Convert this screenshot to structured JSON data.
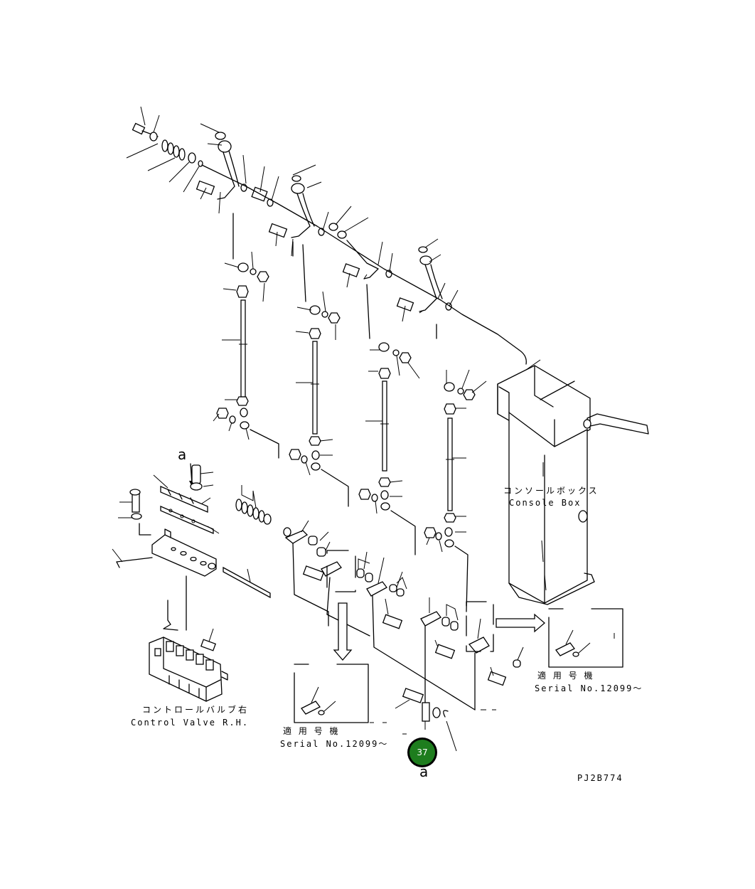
{
  "labels": {
    "console_box_jp": "コンソールボックス",
    "console_box_en": "Console Box",
    "control_valve_jp": "コントロールバルブ右",
    "control_valve_en": "Control Valve R.H.",
    "applicable_model_jp_1": "適 用 号 機",
    "serial_1": "Serial No.12099～",
    "applicable_model_jp_2": "適 用 号 機",
    "serial_2": "Serial No.12099～",
    "detail_a_top": "a",
    "detail_a_bottom": "a",
    "drawing_number": "PJ2B774",
    "reference_badge": "37"
  },
  "colors": {
    "line": "#000000",
    "badge_fill": "#1e7d1e",
    "badge_ring": "#000000"
  }
}
